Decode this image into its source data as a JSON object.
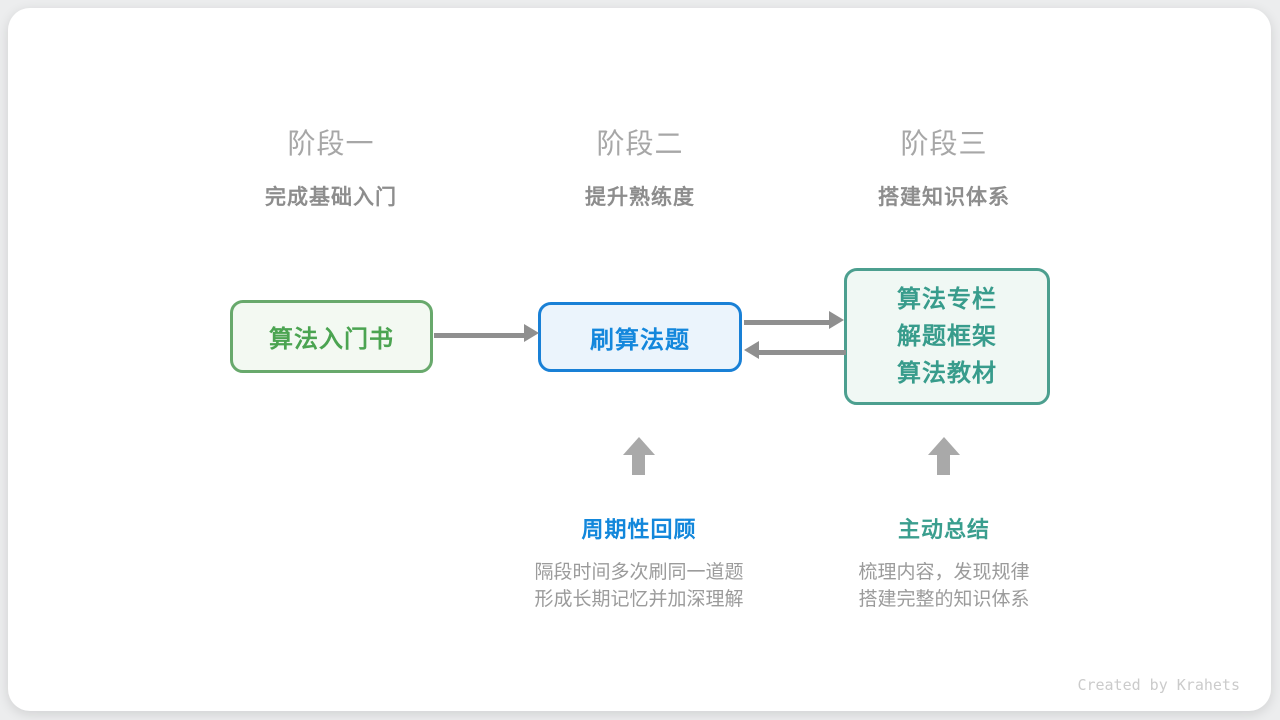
{
  "stages": [
    {
      "label": "阶段一",
      "subtitle": "完成基础入门"
    },
    {
      "label": "阶段二",
      "subtitle": "提升熟练度"
    },
    {
      "label": "阶段三",
      "subtitle": "搭建知识体系"
    }
  ],
  "nodes": [
    {
      "id": "intro-book",
      "lines": [
        "算法入门书"
      ],
      "border_color": "#68A96C",
      "text_color": "#4BA451",
      "bg_color": "#F3F9F2"
    },
    {
      "id": "practice-problems",
      "lines": [
        "刷算法题"
      ],
      "border_color": "#1980D6",
      "text_color": "#1487DC",
      "bg_color": "#EBF4FC"
    },
    {
      "id": "knowledge-sources",
      "lines": [
        "算法专栏",
        "解题框架",
        "算法教材"
      ],
      "border_color": "#4C9F8F",
      "text_color": "#389C8C",
      "bg_color": "#F0F8F4"
    }
  ],
  "annotations": [
    {
      "title": "周期性回顾",
      "title_color": "#1287DB",
      "lines": [
        "隔段时间多次刷同一道题",
        "形成长期记忆并加深理解"
      ]
    },
    {
      "title": "主动总结",
      "title_color": "#3A9E8E",
      "lines": [
        "梳理内容，发现规律",
        "搭建完整的知识体系"
      ]
    }
  ],
  "footer": {
    "credit": "Created by Krahets"
  },
  "colors": {
    "page_background": "#ECEDEE",
    "card_background": "#FFFFFF",
    "connector_arrow": "#8F8F8F",
    "up_arrow": "#A9A9A9",
    "stage_label": "#A7A7A7",
    "stage_subtitle": "#8D8D8D",
    "body_text": "#9B9B9B",
    "credit_text": "#CBCBCB"
  }
}
